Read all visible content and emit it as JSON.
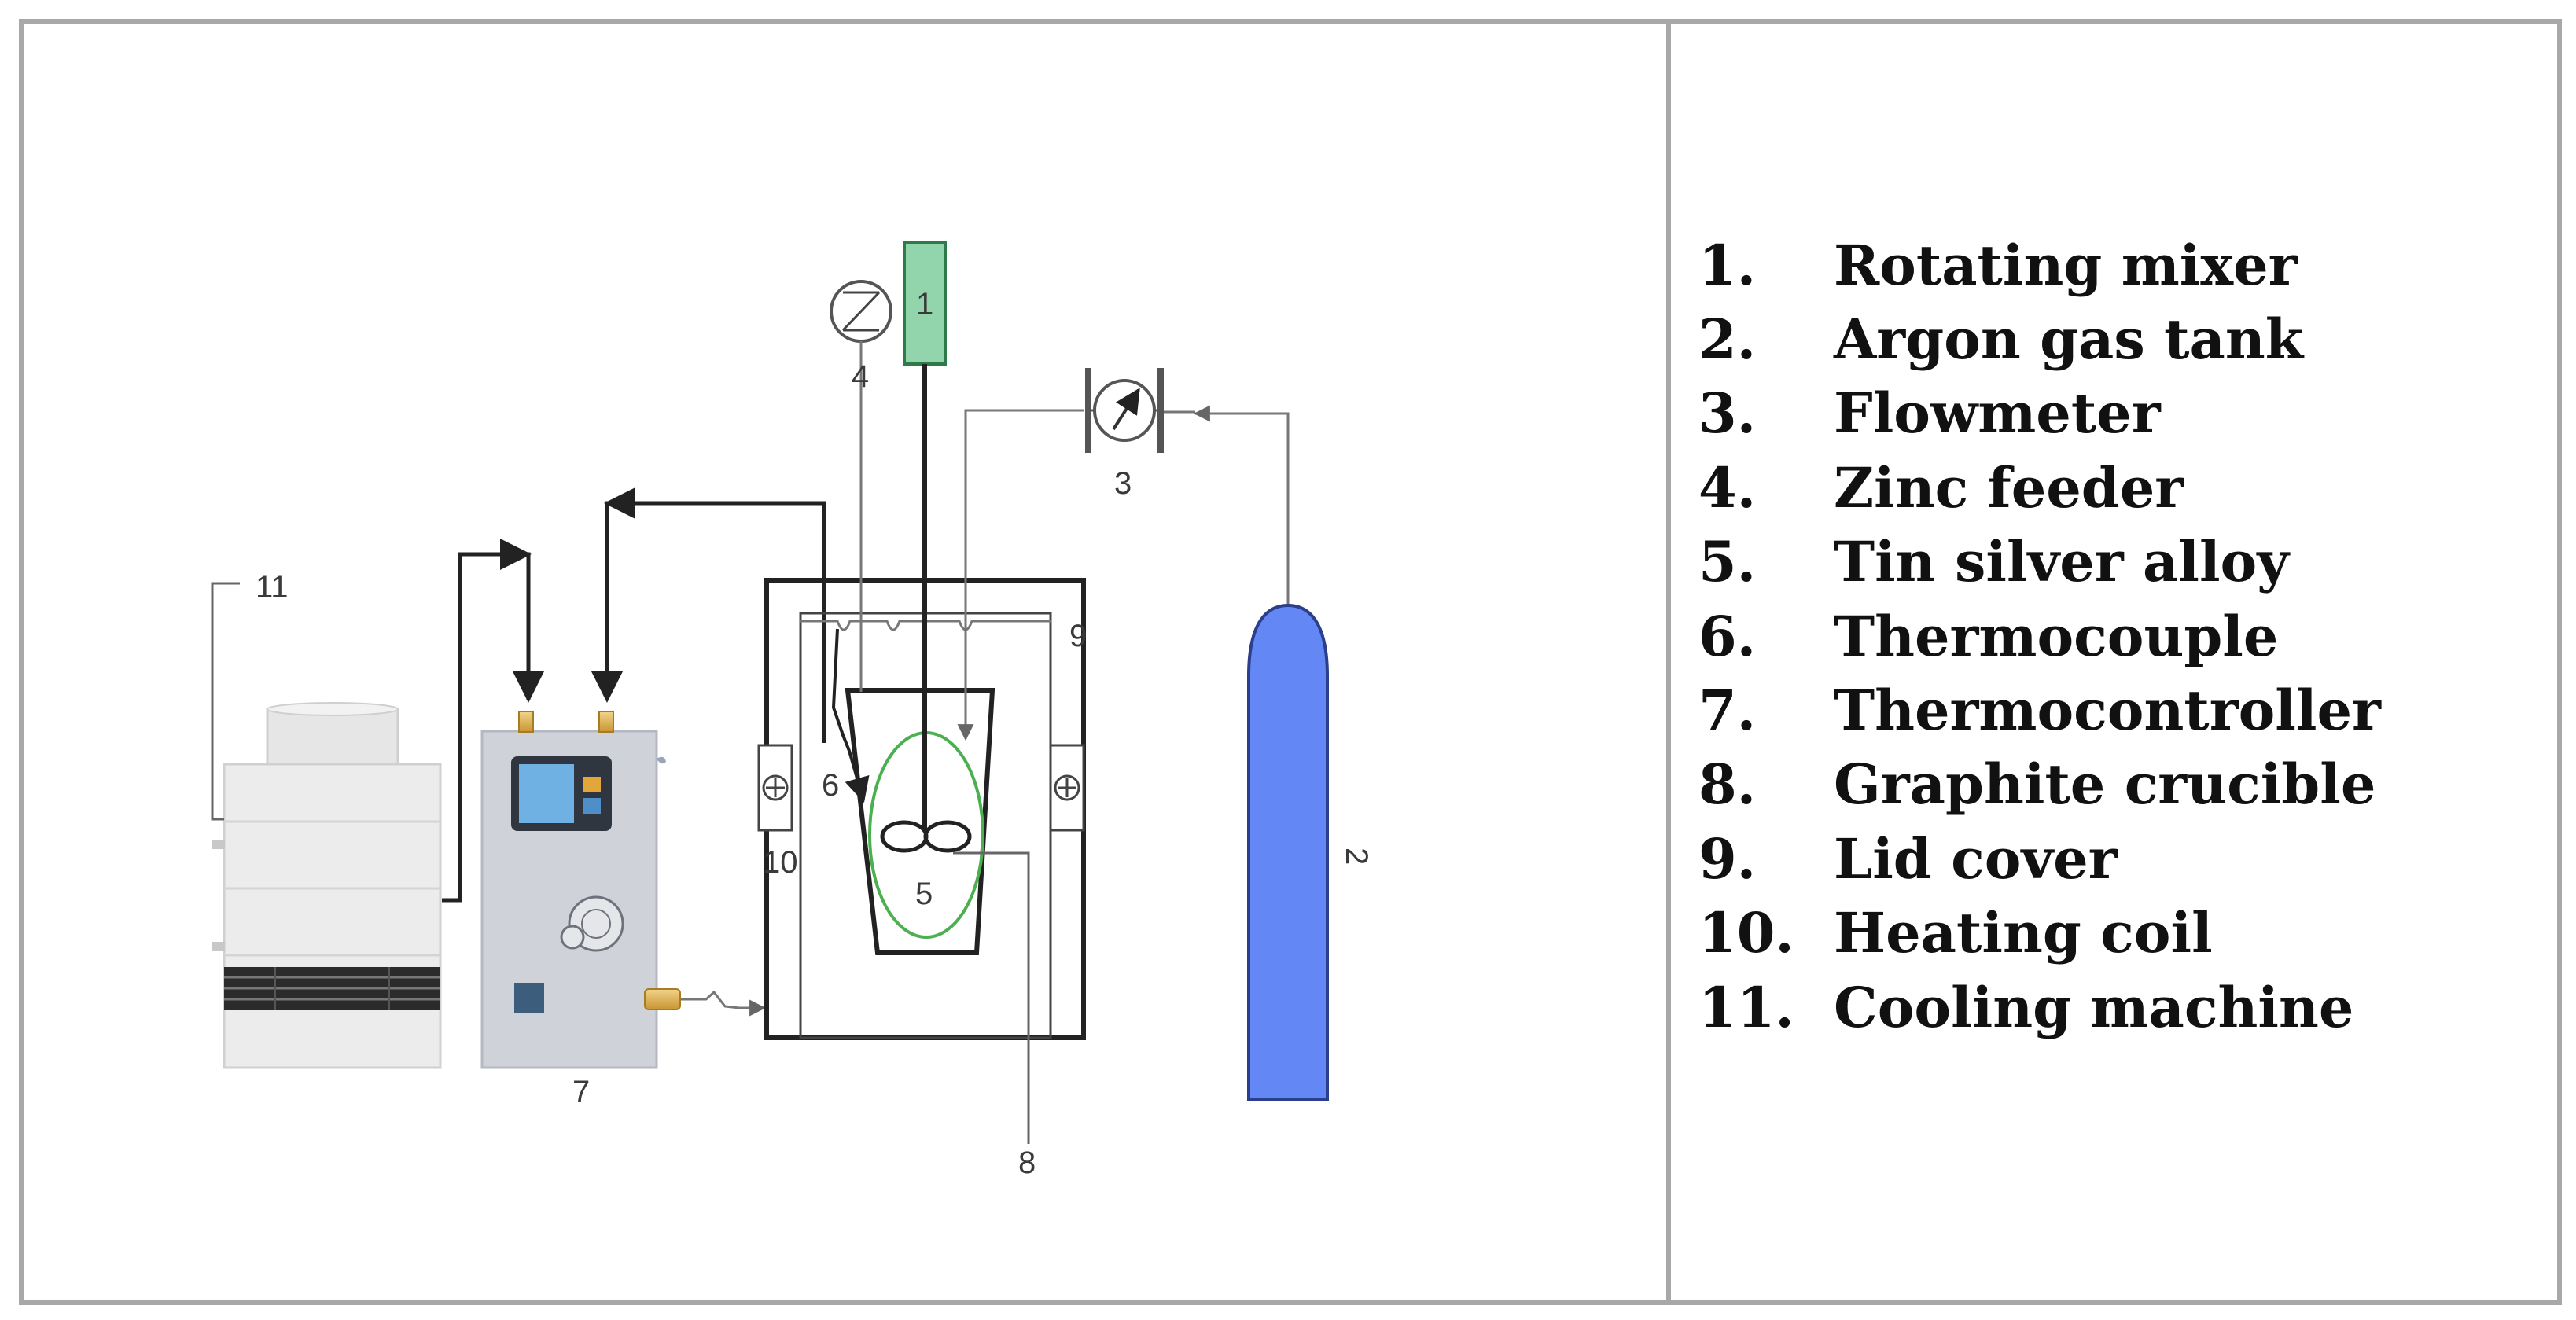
{
  "diagram": {
    "component_numbers": {
      "rotating_mixer": "1",
      "argon_tank": "2",
      "flowmeter": "3",
      "zinc_feeder": "4",
      "alloy": "5",
      "thermocouple": "6",
      "thermocontroller": "7",
      "crucible": "8",
      "lid": "9",
      "heating_coil": "10",
      "cooling_machine": "11"
    },
    "colors": {
      "mixer": "#92d4ab",
      "argon_tank": "#6388f5",
      "crucible_ring": "#4caf50",
      "controller_screen": "#5d9fd2",
      "line": "#555555"
    }
  },
  "legend": {
    "items": [
      {
        "num": "1.",
        "label": "Rotating mixer"
      },
      {
        "num": "2.",
        "label": "Argon gas tank"
      },
      {
        "num": "3.",
        "label": "Flowmeter"
      },
      {
        "num": "4.",
        "label": "Zinc feeder"
      },
      {
        "num": "5.",
        "label": "Tin silver alloy"
      },
      {
        "num": "6.",
        "label": "Thermocouple"
      },
      {
        "num": "7.",
        "label": "Thermocontroller"
      },
      {
        "num": "8.",
        "label": "Graphite crucible"
      },
      {
        "num": "9.",
        "label": "Lid cover"
      },
      {
        "num": "10.",
        "label": "Heating coil"
      },
      {
        "num": "11.",
        "label": "Cooling machine"
      }
    ]
  }
}
